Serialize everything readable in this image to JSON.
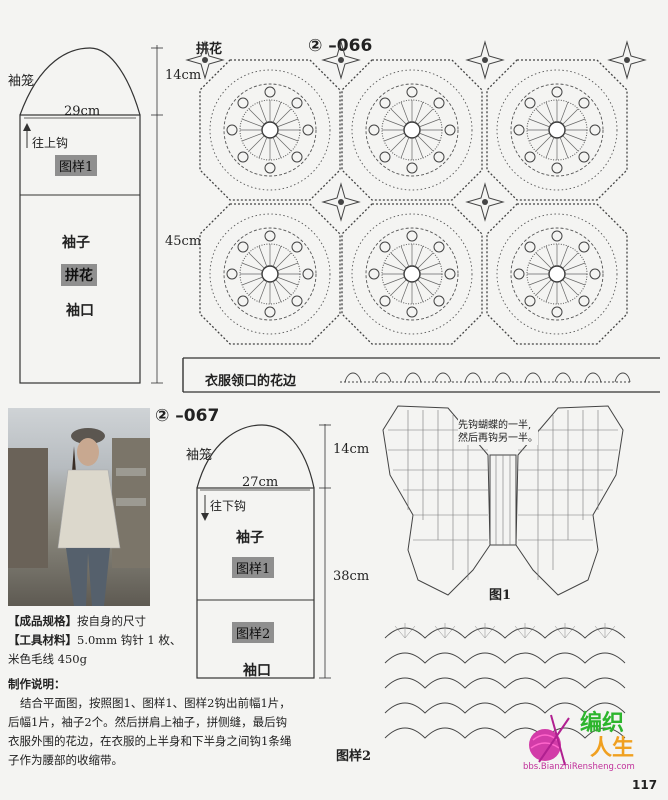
{
  "top_diagram": {
    "sleeve_cap_label": "袖笼",
    "width_label": "29cm",
    "cap_height": "14cm",
    "body_height": "45cm",
    "direction_note": "往上钩",
    "pattern_box": "图样1",
    "sleeve_label": "袖子",
    "motif_label": "拼花",
    "cuff_label": "袖口"
  },
  "motif_panel": {
    "title": "拼花",
    "code": "② –066"
  },
  "collar_caption": "衣服领口的花边",
  "info": {
    "code": "② –067",
    "spec_label": "【成品规格】",
    "spec_text": "按自身的尺寸",
    "tool_label": "【工具材料】",
    "tool_text": "5.0mm 钩针 1 枚、",
    "yarn_text": "米色毛线 450g",
    "method_title": "制作说明：",
    "method_lines": [
      "结合平面图，按照图1、图样1、图样2钩出前幅1片，",
      "后幅1片，袖子2个。然后拼肩上袖子，拼侧缝，最后钩",
      "衣服外围的花边，在衣服的上半身和下半身之间钩1条绳",
      "子作为腰部的收缩带。"
    ]
  },
  "bottom_diagram": {
    "sleeve_cap_label": "袖笼",
    "width_label": "27cm",
    "cap_height": "14cm",
    "body_height": "38cm",
    "direction_note": "往下钩",
    "sleeve_label": "袖子",
    "pattern1_box": "图样1",
    "pattern2_box": "图样2",
    "cuff_label": "袖口"
  },
  "butterfly": {
    "note_line1": "先钩蝴蝶的一半,",
    "note_line2": "然后再钩另一半。",
    "caption": "图1"
  },
  "pattern2_caption": "图样2",
  "watermark": {
    "text_a": "编织",
    "text_b": "人生",
    "url": "bbs.BianzhiRensheng.com"
  },
  "page_number": "117"
}
